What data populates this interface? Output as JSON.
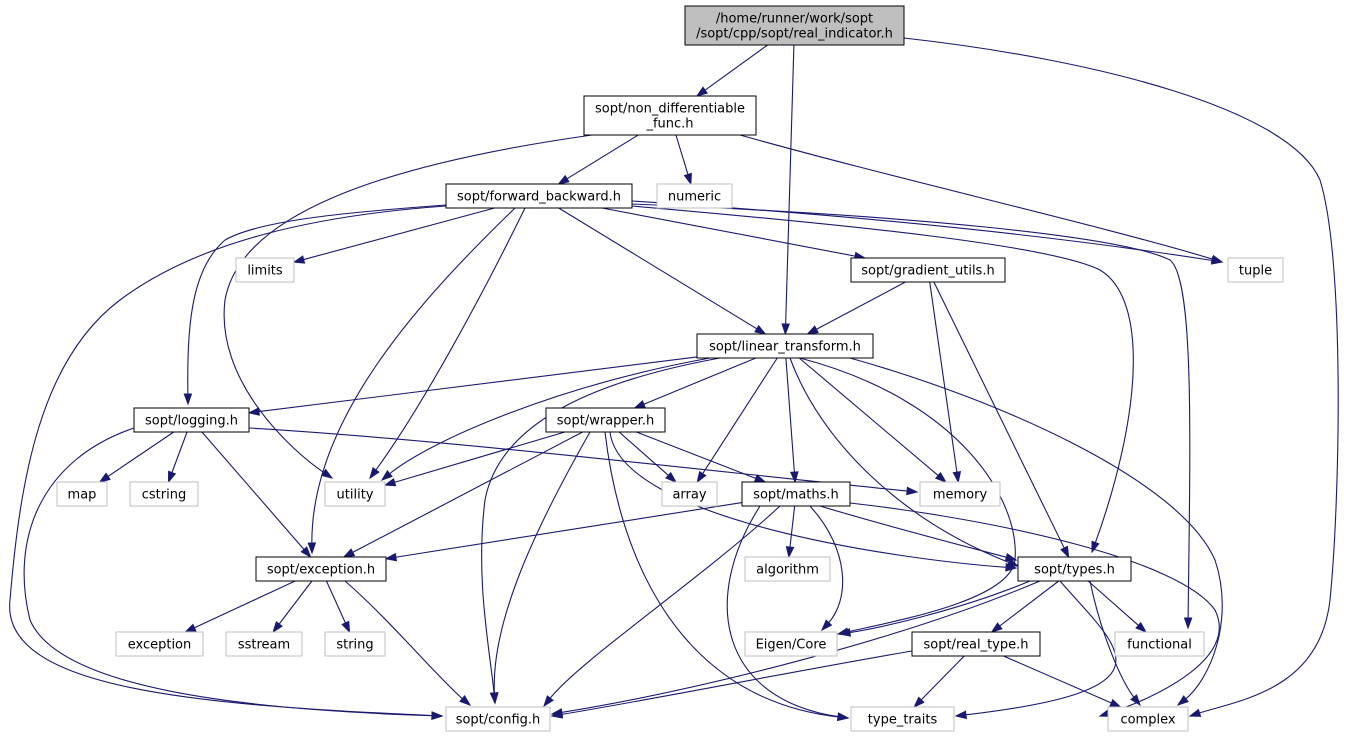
{
  "nodes": {
    "real_indicator": {
      "lines": [
        "/home/runner/work/sopt",
        "/sopt/cpp/sopt/real_indicator.h"
      ],
      "kind": "main"
    },
    "non_differentiable_func": {
      "lines": [
        "sopt/non_differentiable",
        "_func.h"
      ],
      "kind": "internal"
    },
    "numeric": {
      "lines": [
        "numeric"
      ],
      "kind": "system"
    },
    "forward_backward": {
      "lines": [
        "sopt/forward_backward.h"
      ],
      "kind": "internal"
    },
    "limits": {
      "lines": [
        "limits"
      ],
      "kind": "system"
    },
    "gradient_utils": {
      "lines": [
        "sopt/gradient_utils.h"
      ],
      "kind": "internal"
    },
    "tuple": {
      "lines": [
        "tuple"
      ],
      "kind": "system"
    },
    "linear_transform": {
      "lines": [
        "sopt/linear_transform.h"
      ],
      "kind": "internal"
    },
    "logging": {
      "lines": [
        "sopt/logging.h"
      ],
      "kind": "internal"
    },
    "wrapper": {
      "lines": [
        "sopt/wrapper.h"
      ],
      "kind": "internal"
    },
    "map": {
      "lines": [
        "map"
      ],
      "kind": "system"
    },
    "cstring": {
      "lines": [
        "cstring"
      ],
      "kind": "system"
    },
    "utility": {
      "lines": [
        "utility"
      ],
      "kind": "system"
    },
    "array": {
      "lines": [
        "array"
      ],
      "kind": "system"
    },
    "maths": {
      "lines": [
        "sopt/maths.h"
      ],
      "kind": "internal"
    },
    "memory": {
      "lines": [
        "memory"
      ],
      "kind": "system"
    },
    "exception_h": {
      "lines": [
        "sopt/exception.h"
      ],
      "kind": "internal"
    },
    "algorithm": {
      "lines": [
        "algorithm"
      ],
      "kind": "system"
    },
    "types": {
      "lines": [
        "sopt/types.h"
      ],
      "kind": "internal"
    },
    "exception": {
      "lines": [
        "exception"
      ],
      "kind": "system"
    },
    "sstream": {
      "lines": [
        "sstream"
      ],
      "kind": "system"
    },
    "string": {
      "lines": [
        "string"
      ],
      "kind": "system"
    },
    "eigen_core": {
      "lines": [
        "Eigen/Core"
      ],
      "kind": "system"
    },
    "functional": {
      "lines": [
        "functional"
      ],
      "kind": "system"
    },
    "real_type": {
      "lines": [
        "sopt/real_type.h"
      ],
      "kind": "internal"
    },
    "config": {
      "lines": [
        "sopt/config.h"
      ],
      "kind": "system"
    },
    "type_traits": {
      "lines": [
        "type_traits"
      ],
      "kind": "system"
    },
    "complex": {
      "lines": [
        "complex"
      ],
      "kind": "system"
    }
  },
  "edges": [
    [
      "real_indicator",
      "non_differentiable_func"
    ],
    [
      "real_indicator",
      "linear_transform"
    ],
    [
      "real_indicator",
      "complex"
    ],
    [
      "non_differentiable_func",
      "forward_backward"
    ],
    [
      "non_differentiable_func",
      "numeric"
    ],
    [
      "non_differentiable_func",
      "utility"
    ],
    [
      "non_differentiable_func",
      "tuple"
    ],
    [
      "forward_backward",
      "limits"
    ],
    [
      "forward_backward",
      "gradient_utils"
    ],
    [
      "forward_backward",
      "tuple"
    ],
    [
      "forward_backward",
      "linear_transform"
    ],
    [
      "forward_backward",
      "logging"
    ],
    [
      "forward_backward",
      "utility"
    ],
    [
      "forward_backward",
      "exception_h"
    ],
    [
      "forward_backward",
      "types"
    ],
    [
      "forward_backward",
      "functional"
    ],
    [
      "forward_backward",
      "config"
    ],
    [
      "gradient_utils",
      "linear_transform"
    ],
    [
      "gradient_utils",
      "memory"
    ],
    [
      "gradient_utils",
      "types"
    ],
    [
      "linear_transform",
      "logging"
    ],
    [
      "linear_transform",
      "wrapper"
    ],
    [
      "linear_transform",
      "utility"
    ],
    [
      "linear_transform",
      "array"
    ],
    [
      "linear_transform",
      "maths"
    ],
    [
      "linear_transform",
      "memory"
    ],
    [
      "linear_transform",
      "types"
    ],
    [
      "linear_transform",
      "eigen_core"
    ],
    [
      "linear_transform",
      "complex"
    ],
    [
      "linear_transform",
      "config"
    ],
    [
      "logging",
      "map"
    ],
    [
      "logging",
      "cstring"
    ],
    [
      "logging",
      "exception_h"
    ],
    [
      "logging",
      "memory"
    ],
    [
      "logging",
      "config"
    ],
    [
      "wrapper",
      "utility"
    ],
    [
      "wrapper",
      "array"
    ],
    [
      "wrapper",
      "maths"
    ],
    [
      "wrapper",
      "exception_h"
    ],
    [
      "wrapper",
      "types"
    ],
    [
      "wrapper",
      "config"
    ],
    [
      "wrapper",
      "type_traits"
    ],
    [
      "maths",
      "exception_h"
    ],
    [
      "maths",
      "algorithm"
    ],
    [
      "maths",
      "types"
    ],
    [
      "maths",
      "eigen_core"
    ],
    [
      "maths",
      "config"
    ],
    [
      "maths",
      "type_traits"
    ],
    [
      "maths",
      "complex"
    ],
    [
      "exception_h",
      "exception"
    ],
    [
      "exception_h",
      "sstream"
    ],
    [
      "exception_h",
      "string"
    ],
    [
      "exception_h",
      "config"
    ],
    [
      "types",
      "eigen_core"
    ],
    [
      "types",
      "functional"
    ],
    [
      "types",
      "real_type"
    ],
    [
      "types",
      "complex"
    ],
    [
      "types",
      "config"
    ],
    [
      "types",
      "type_traits"
    ],
    [
      "real_type",
      "config"
    ],
    [
      "real_type",
      "type_traits"
    ],
    [
      "real_type",
      "complex"
    ]
  ]
}
